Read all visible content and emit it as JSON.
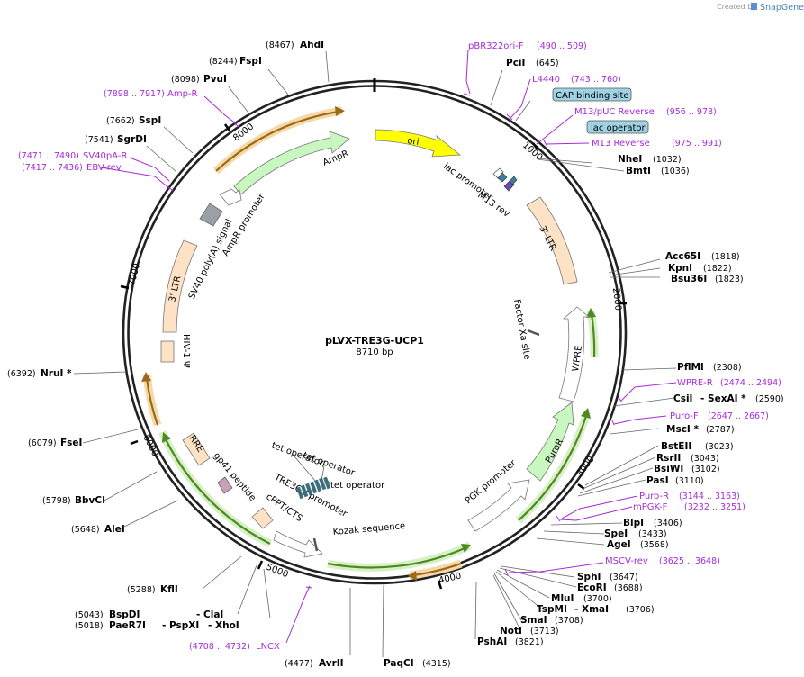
{
  "credit": {
    "prefix": "Created by",
    "brand": "SnapGene"
  },
  "plasmid": {
    "name": "pLVX-TRE3G-UCP1",
    "size": "8710 bp"
  },
  "ticks": [
    "1000",
    "2000",
    "3000",
    "4000",
    "5000",
    "6000",
    "7000",
    "8000"
  ],
  "enzymes": {
    "AhdI": {
      "name": "AhdI",
      "pos": "(8467)"
    },
    "FspI": {
      "name": "FspI",
      "pos": "(8244)"
    },
    "PvuI": {
      "name": "PvuI",
      "pos": "(8098)"
    },
    "SspI": {
      "name": "SspI",
      "pos": "(7662)"
    },
    "SgrDI": {
      "name": "SgrDI",
      "pos": "(7541)"
    },
    "PciI": {
      "name": "PciI",
      "pos": "(645)"
    },
    "NheI": {
      "name": "NheI",
      "pos": "(1032)"
    },
    "BmtI": {
      "name": "BmtI",
      "pos": "(1036)"
    },
    "Acc65I": {
      "name": "Acc65I",
      "pos": "(1818)"
    },
    "KpnI": {
      "name": "KpnI",
      "pos": "(1822)"
    },
    "Bsu36I": {
      "name": "Bsu36I",
      "pos": "(1823)"
    },
    "PflMI": {
      "name": "PflMI",
      "pos": "(2308)"
    },
    "CsiI": {
      "name": "CsiI",
      "pos": "(2590)"
    },
    "SexAI": {
      "name": "SexAI *",
      "pos": ""
    },
    "MscI": {
      "name": "MscI *",
      "pos": "(2787)"
    },
    "BstEII": {
      "name": "BstEII",
      "pos": "(3023)"
    },
    "RsrII": {
      "name": "RsrII",
      "pos": "(3043)"
    },
    "BsiWI": {
      "name": "BsiWI",
      "pos": "(3102)"
    },
    "PasI": {
      "name": "PasI",
      "pos": "(3110)"
    },
    "BlpI": {
      "name": "BlpI",
      "pos": "(3406)"
    },
    "SpeI": {
      "name": "SpeI",
      "pos": "(3433)"
    },
    "AgeI": {
      "name": "AgeI",
      "pos": "(3568)"
    },
    "SphI": {
      "name": "SphI",
      "pos": "(3647)"
    },
    "EcoRI": {
      "name": "EcoRI",
      "pos": "(3688)"
    },
    "MluI": {
      "name": "MluI",
      "pos": "(3700)"
    },
    "TspMI": {
      "name": "TspMI",
      "pos": ""
    },
    "XmaI": {
      "name": "XmaI",
      "pos": "(3706)"
    },
    "SmaI": {
      "name": "SmaI",
      "pos": "(3708)"
    },
    "NotI": {
      "name": "NotI",
      "pos": "(3713)"
    },
    "PshAI": {
      "name": "PshAI",
      "pos": "(3821)"
    },
    "PaqCI": {
      "name": "PaqCI",
      "pos": "(4315)"
    },
    "AvrII": {
      "name": "AvrII",
      "pos": "(4477)"
    },
    "XhoI": {
      "name": "XhoI",
      "pos": ""
    },
    "PspXI": {
      "name": "PspXI",
      "pos": ""
    },
    "PaeR7I": {
      "name": "PaeR7I",
      "pos": "(5018)"
    },
    "ClaI": {
      "name": "ClaI",
      "pos": ""
    },
    "BspDI": {
      "name": "BspDI",
      "pos": "(5043)"
    },
    "KflI": {
      "name": "KflI",
      "pos": "(5288)"
    },
    "AleI": {
      "name": "AleI",
      "pos": "(5648)"
    },
    "BbvCI": {
      "name": "BbvCI",
      "pos": "(5798)"
    },
    "FseI": {
      "name": "FseI",
      "pos": "(6079)"
    },
    "NruI": {
      "name": "NruI *",
      "pos": "(6392)"
    }
  },
  "primers": {
    "pBR322ori": {
      "name": "pBR322ori-F",
      "range": "(490 .. 509)"
    },
    "L4440": {
      "name": "L4440",
      "range": "(743 .. 760)"
    },
    "M13pUC": {
      "name": "M13/pUC Reverse",
      "range": "(956 .. 978)"
    },
    "M13Rev": {
      "name": "M13 Reverse",
      "range": "(975 .. 991)"
    },
    "WPRER": {
      "name": "WPRE-R",
      "range": "(2474 .. 2494)"
    },
    "PuroF": {
      "name": "Puro-F",
      "range": "(2647 .. 2667)"
    },
    "PuroR": {
      "name": "Puro-R",
      "range": "(3144 .. 3163)"
    },
    "mPGKF": {
      "name": "mPGK-F",
      "range": "(3232 .. 3251)"
    },
    "MSCVrev": {
      "name": "MSCV-rev",
      "range": "(3625 .. 3648)"
    },
    "LNCX": {
      "name": "LNCX",
      "range": "(4708 .. 4732)"
    },
    "AmpR": {
      "name": "Amp-R",
      "range": "(7898 .. 7917)"
    },
    "SV40pA": {
      "name": "SV40pA-R",
      "range": "(7471 .. 7490)"
    },
    "EBVrev": {
      "name": "EBV-rev",
      "range": "(7417 .. 7436)"
    }
  },
  "boxes": {
    "cap": "CAP binding site",
    "lacop": "lac operator"
  },
  "features": {
    "ori": "ori",
    "AmpR": "AmpR",
    "AmpRpromoter": "AmpR promoter",
    "SV40": "SV40 poly(A) signal",
    "ltr3a": "3' LTR",
    "ltr3b": "3' LTR",
    "hiv": "HIV-1 Ψ",
    "lacpromoter": "lac promoter",
    "m13rev": "M13 rev",
    "factorxa": "Factor Xa site",
    "wpre": "WPRE",
    "puror": "PuroR",
    "pgk": "PGK promoter",
    "rre": "RRE",
    "gp41": "gp41 peptide",
    "cppt": "cPPT/CTS",
    "tre3gv": "TRE3GV promoter",
    "teto1": "tet operator",
    "teto2": "tet operator",
    "teto3": "tet operator",
    "kozak": "Kozak sequence"
  },
  "colors": {
    "primer": "#a52bd6",
    "ori": "#ffff00",
    "promoter": "#ffffff",
    "cds": "#c8f7c0",
    "ltr": "#fde2c5",
    "orf": "#f2a33c",
    "orfgreen": "#5cb531",
    "box": "#9fd3e3"
  }
}
